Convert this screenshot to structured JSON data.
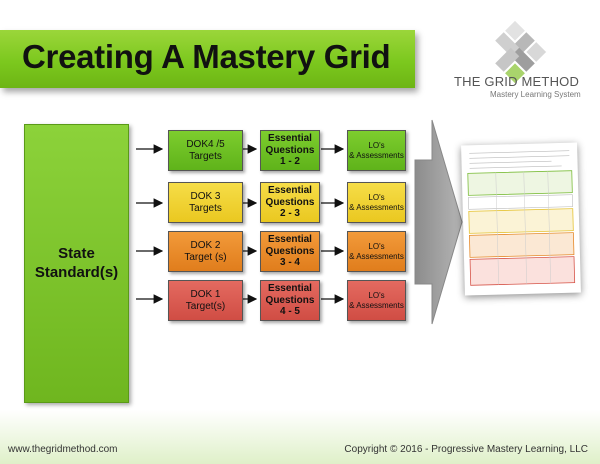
{
  "title": "Creating A Mastery Grid",
  "logo": {
    "title": "THE GRID METHOD",
    "subtitle": "Mastery Learning System"
  },
  "diagram": {
    "root": "State\nStandard(s)",
    "rows": [
      {
        "target": "DOK4 /5\nTargets",
        "questions": "Essential\nQuestions\n1 - 2",
        "assess": "LO's\n& Assessments",
        "color": "#6fbf24"
      },
      {
        "target": "DOK 3\nTargets",
        "questions": "Essential\nQuestions\n2 - 3",
        "assess": "LO's\n& Assessments",
        "color": "#f1d334"
      },
      {
        "target": "DOK 2\nTarget (s)",
        "questions": "Essential\nQuestions\n3 - 4",
        "assess": "LO's\n& Assessments",
        "color": "#e98b2a"
      },
      {
        "target": "DOK 1\nTarget(s)",
        "questions": "Essential\nQuestions\n4 - 5",
        "assess": "LO's\n& Assessments",
        "color": "#da5a50"
      }
    ]
  },
  "footer": {
    "left": "www.thegridmethod.com",
    "right": "Copyright © 2016 - Progressive Mastery Learning, LLC"
  }
}
